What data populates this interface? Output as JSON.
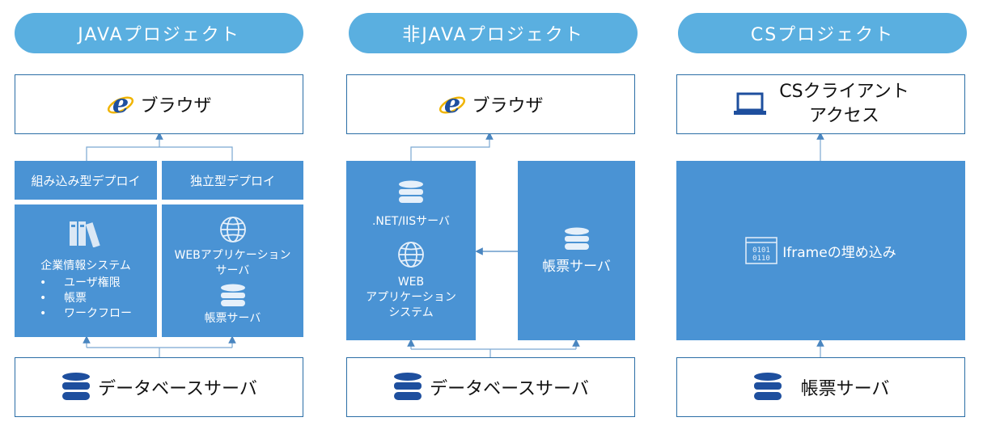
{
  "columns": [
    {
      "header": "JAVAプロジェクト",
      "top_label": "ブラウザ",
      "deploy_embedded": "組み込み型デプロイ",
      "deploy_standalone": "独立型デプロイ",
      "left_panel": {
        "title": "企業情報システム",
        "items": [
          "ユーザ権限",
          "帳票",
          "ワークフロー"
        ]
      },
      "right_panel": {
        "app_label": "WEBアプリケーション\nサーバ",
        "report_label": "帳票サーバ"
      },
      "bottom_label": "データベースサーバ"
    },
    {
      "header": "非JAVAプロジェクト",
      "top_label": "ブラウザ",
      "left_panel": {
        "server_label": ".NET/IISサーバ",
        "app_label": "WEB\nアプリケーション\nシステム"
      },
      "right_panel": {
        "report_label": "帳票サーバ"
      },
      "bottom_label": "データベースサーバ"
    },
    {
      "header": "CSプロジェクト",
      "top_label": "CSクライアント\nアクセス",
      "middle_label": "Iframeの埋め込み",
      "bottom_label": "帳票サーバ"
    }
  ],
  "icons": {
    "browser": "ie-browser-icon",
    "database": "database-icon",
    "books": "books-icon",
    "globe": "globe-icon",
    "laptop": "laptop-icon",
    "iframe": "binary-window-icon"
  },
  "colors": {
    "pill": "#5aafe0",
    "panel": "#4a93d4",
    "border": "#2b6ea6",
    "icon_dark": "#1e4f9e",
    "connector": "#5a94c8"
  }
}
